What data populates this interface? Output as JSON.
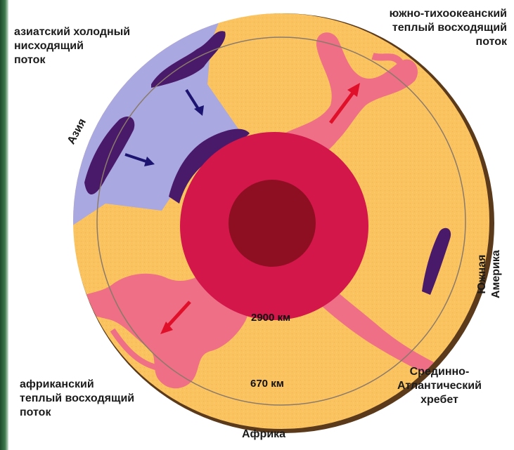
{
  "labels": {
    "asia_cold_line1": "азиатский холодный",
    "asia_cold_line2": "нисходящий",
    "asia_cold_line3": "поток",
    "pacific_warm_line1": "южно-тихоокеанский",
    "pacific_warm_line2": "теплый восходящий",
    "pacific_warm_line3": "поток",
    "asia": "Азия",
    "south_america_line1": "Южная",
    "south_america_line2": "Америка",
    "depth_2900": "2900 км",
    "depth_670": "670 км",
    "african_warm_line1": "африканский",
    "african_warm_line2": "теплый восходящий",
    "african_warm_line3": "поток",
    "ridge_line1": "Срединно-",
    "ridge_line2": "Атлантический",
    "ridge_line3": "хребет",
    "africa": "Африка"
  },
  "colors": {
    "mantle_warm": "#fbc35f",
    "cold_region": "#a9a8e0",
    "plume": "#ee6f86",
    "cold_slab": "#4a1a6a",
    "outer_core": "#d3174a",
    "inner_core": "#8e0f22",
    "arrow_warm": "#e0102a",
    "arrow_cold": "#1c1470",
    "crust": "#5a3a1a"
  }
}
